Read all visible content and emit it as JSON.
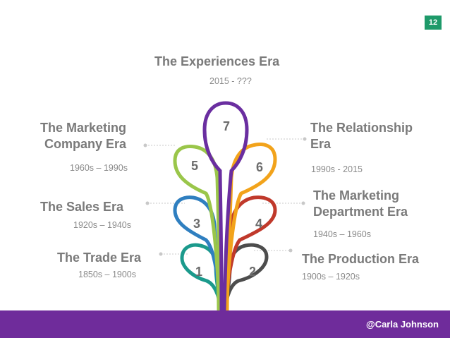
{
  "slide_number": "12",
  "footer_credit": "@Carla Johnson",
  "colors": {
    "teal": "#1b9a8c",
    "blue": "#2f7fc0",
    "green": "#9ac64a",
    "purple": "#6a2ea0",
    "orange": "#f2a31b",
    "red": "#c0392b",
    "dark_gray": "#4d4d4d",
    "footer": "#6f2c9b"
  },
  "eras": [
    {
      "number": "1",
      "title_lines": [
        "The Trade Era"
      ],
      "dates": "1850s – 1900s"
    },
    {
      "number": "2",
      "title_lines": [
        "The Production Era"
      ],
      "dates": "1900s – 1920s"
    },
    {
      "number": "3",
      "title_lines": [
        "The Sales Era"
      ],
      "dates": "1920s – 1940s"
    },
    {
      "number": "4",
      "title_lines": [
        "The Marketing",
        "Department Era"
      ],
      "dates": "1940s – 1960s"
    },
    {
      "number": "5",
      "title_lines": [
        "The Marketing",
        "Company Era"
      ],
      "dates": "1960s – 1990s"
    },
    {
      "number": "6",
      "title_lines": [
        "The Relationship",
        "Era"
      ],
      "dates": "1990s - 2015"
    },
    {
      "number": "7",
      "title_lines": [
        "The Experiences Era"
      ],
      "dates": "2015 - ???"
    }
  ]
}
